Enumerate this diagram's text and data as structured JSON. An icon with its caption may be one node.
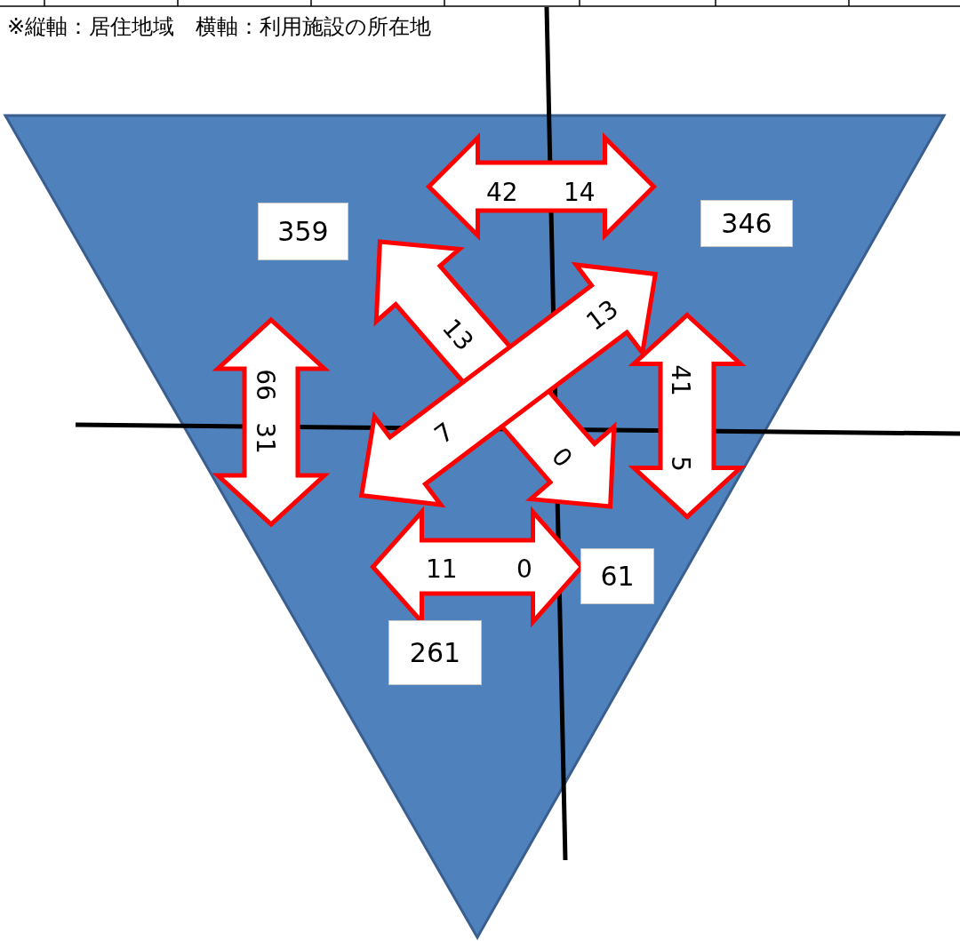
{
  "diagram": {
    "nodes": [
      {
        "text": [
          "359"
        ]
      },
      {
        "text": [
          "346"
        ]
      },
      {
        "text": [
          "61"
        ]
      },
      {
        "text": [
          "261"
        ]
      }
    ],
    "labels": [
      "※縦軸：居住地域　横軸：利用施設の所在地",
      "42",
      "14",
      "13",
      "13",
      "66",
      "41",
      "31",
      "7",
      "0",
      "5",
      "11",
      "0"
    ]
  }
}
